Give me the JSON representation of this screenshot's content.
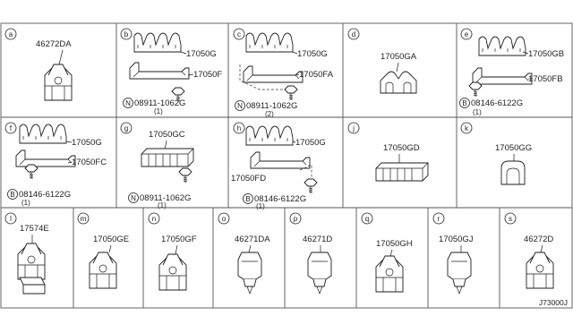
{
  "reference_code": "J73000J",
  "cells": [
    {
      "letter": "a",
      "labels": {
        "part": "46272DA"
      }
    },
    {
      "letter": "b",
      "labels": {
        "part": "17050G",
        "part2": "17050F",
        "bolt": "08911-1062G",
        "qty": "(1)",
        "bolt_prefix": "N"
      }
    },
    {
      "letter": "c",
      "labels": {
        "part": "17050G",
        "part2": "17050FA",
        "bolt": "08911-1062G",
        "qty": "(2)",
        "bolt_prefix": "N"
      }
    },
    {
      "letter": "d",
      "labels": {
        "part": "17050GA"
      }
    },
    {
      "letter": "e",
      "labels": {
        "part": "17050GB",
        "part2": "17050FB",
        "bolt": "08146-6122G",
        "qty": "(1)",
        "bolt_prefix": "B"
      }
    },
    {
      "letter": "f",
      "labels": {
        "part": "17050G",
        "part2": "17050FC",
        "bolt": "08146-6122G",
        "qty": "(1)",
        "bolt_prefix": "B"
      }
    },
    {
      "letter": "g",
      "labels": {
        "part": "17050GC",
        "bolt": "08911-1062G",
        "qty": "(1)",
        "bolt_prefix": "N"
      }
    },
    {
      "letter": "h",
      "labels": {
        "part": "17050G",
        "part2": "17050FD",
        "bolt": "08146-6122G",
        "qty": "(1)",
        "bolt_prefix": "B"
      }
    },
    {
      "letter": "j",
      "labels": {
        "part": "17050GD"
      }
    },
    {
      "letter": "k",
      "labels": {
        "part": "17050GG"
      }
    },
    {
      "letter": "l",
      "labels": {
        "part": "17574E"
      }
    },
    {
      "letter": "m",
      "labels": {
        "part": "17050GE"
      }
    },
    {
      "letter": "n",
      "labels": {
        "part": "17050GF"
      }
    },
    {
      "letter": "o",
      "labels": {
        "part": "46271DA"
      }
    },
    {
      "letter": "p",
      "labels": {
        "part": "46271D"
      }
    },
    {
      "letter": "q",
      "labels": {
        "part": "17050GH"
      }
    },
    {
      "letter": "r",
      "labels": {
        "part": "17050GJ"
      }
    },
    {
      "letter": "s",
      "labels": {
        "part": "46272D"
      }
    }
  ]
}
